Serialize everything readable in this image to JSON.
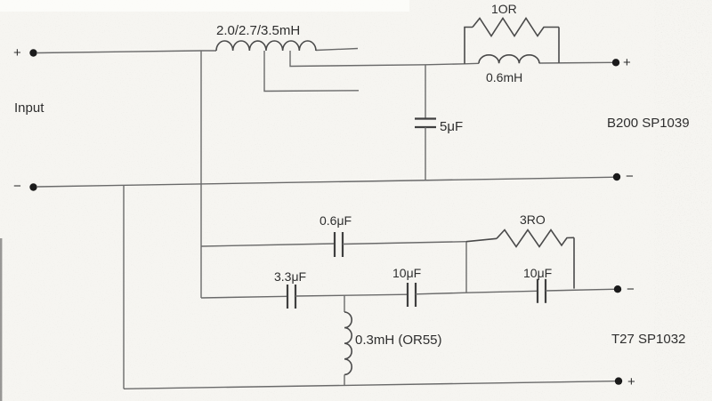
{
  "diagram_type": "loudspeaker-crossover-schematic",
  "labels": {
    "input": "Input",
    "tapped_inductor": "2.0/2.7/3.5mH",
    "resistor_top": "1OR",
    "inductor_top": "0.6mH",
    "cap_5uf": "5μF",
    "driver_top": "B200 SP1039",
    "cap_0p6uf": "0.6μF",
    "resistor_bottom": "3RO",
    "cap_3p3uf": "3.3μF",
    "cap_10uf_a": "10μF",
    "cap_10uf_b": "10μF",
    "inductor_bottom": "0.3mH (OR55)",
    "driver_bottom": "T27 SP1032"
  },
  "terminals": {
    "input_pos": "+",
    "input_neg": "−",
    "b200_pos": "+",
    "b200_neg": "−",
    "t27_neg": "−",
    "t27_pos": "+"
  },
  "colors": {
    "paper": "#f6f5f1",
    "wire": "#6a6a6a",
    "component": "#4a4a4a",
    "text": "#2e2e2e",
    "terminal_dot": "#1b1b1b"
  }
}
